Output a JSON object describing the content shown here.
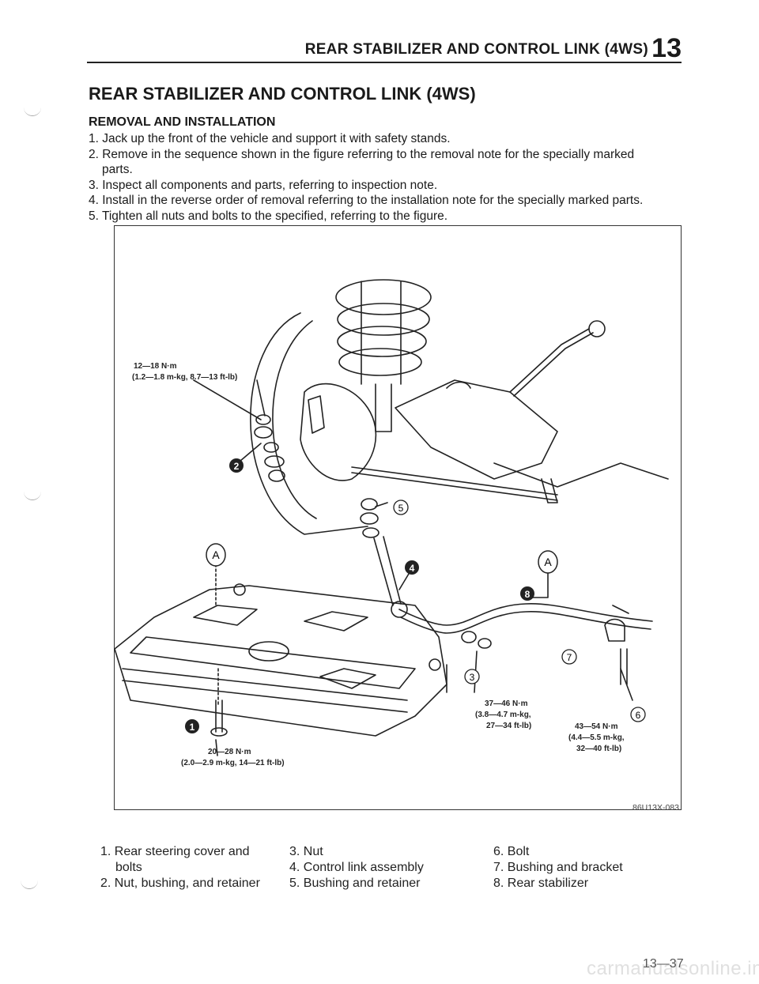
{
  "header": {
    "title": "REAR STABILIZER AND CONTROL LINK (4WS)",
    "section_number": "13"
  },
  "page_title": "REAR STABILIZER AND CONTROL LINK (4WS)",
  "section_title": "REMOVAL AND INSTALLATION",
  "steps": [
    "1. Jack up the front of the vehicle and support it with safety stands.",
    "2. Remove in the sequence shown in the figure referring to the removal note for the specially marked",
    "parts.",
    "3. Inspect all components and parts, referring to inspection note.",
    "4. Install in the reverse order of removal referring to the installation note for the specially marked parts.",
    "5. Tighten all nuts and bolts to the specified, referring to the figure."
  ],
  "figure": {
    "torque_top_a": "12—18 N·m",
    "torque_top_b": "(1.2—1.8 m-kg, 8.7—13 ft-lb)",
    "torque_bottom_a": "20—28 N·m",
    "torque_bottom_b": "(2.0—2.9 m-kg, 14—21 ft-lb)",
    "torque_mid_a": "37—46 N·m",
    "torque_mid_b": "(3.8—4.7 m-kg,",
    "torque_mid_c": "27—34 ft-lb)",
    "torque_right_a": "43—54 N·m",
    "torque_right_b": "(4.4—5.5 m-kg,",
    "torque_right_c": "32—40 ft-lb)",
    "callout_a_left": "A",
    "callout_a_right": "A",
    "callout_1": "1",
    "callout_2": "2",
    "callout_3": "3",
    "callout_4": "4",
    "callout_5": "5",
    "callout_6": "6",
    "callout_7": "7",
    "callout_8": "8",
    "code": "86U13X-083"
  },
  "legend": {
    "item1a": "1. Rear steering cover and",
    "item1b": "bolts",
    "item2": "2. Nut, bushing, and retainer",
    "item3": "3. Nut",
    "item4": "4. Control link assembly",
    "item5": "5. Bushing and retainer",
    "item6": "6. Bolt",
    "item7": "7. Bushing and bracket",
    "item8": "8. Rear stabilizer"
  },
  "page_number": "13—37",
  "watermark": "carmanualsonline.info"
}
